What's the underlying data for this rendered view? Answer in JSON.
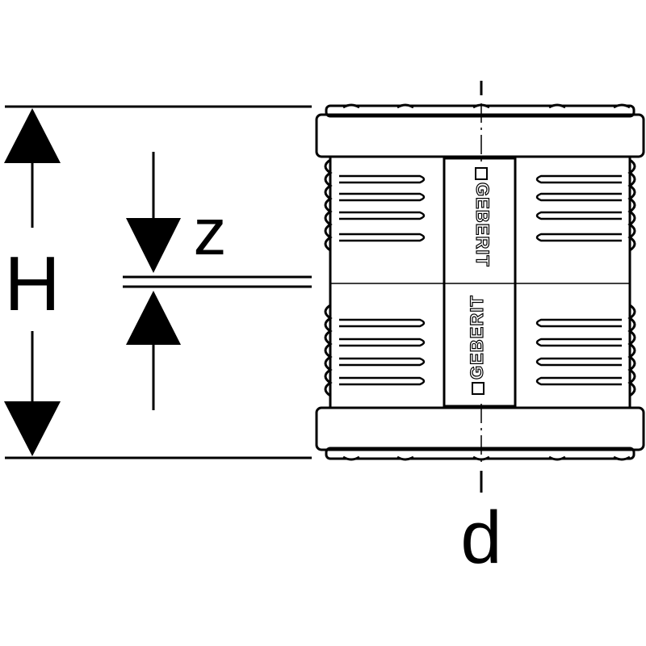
{
  "labels": {
    "height": "H",
    "offset": "z",
    "diameter": "d"
  },
  "brand": {
    "text": "GEBERIT"
  },
  "colors": {
    "ink": "#000000",
    "paper": "#ffffff"
  }
}
